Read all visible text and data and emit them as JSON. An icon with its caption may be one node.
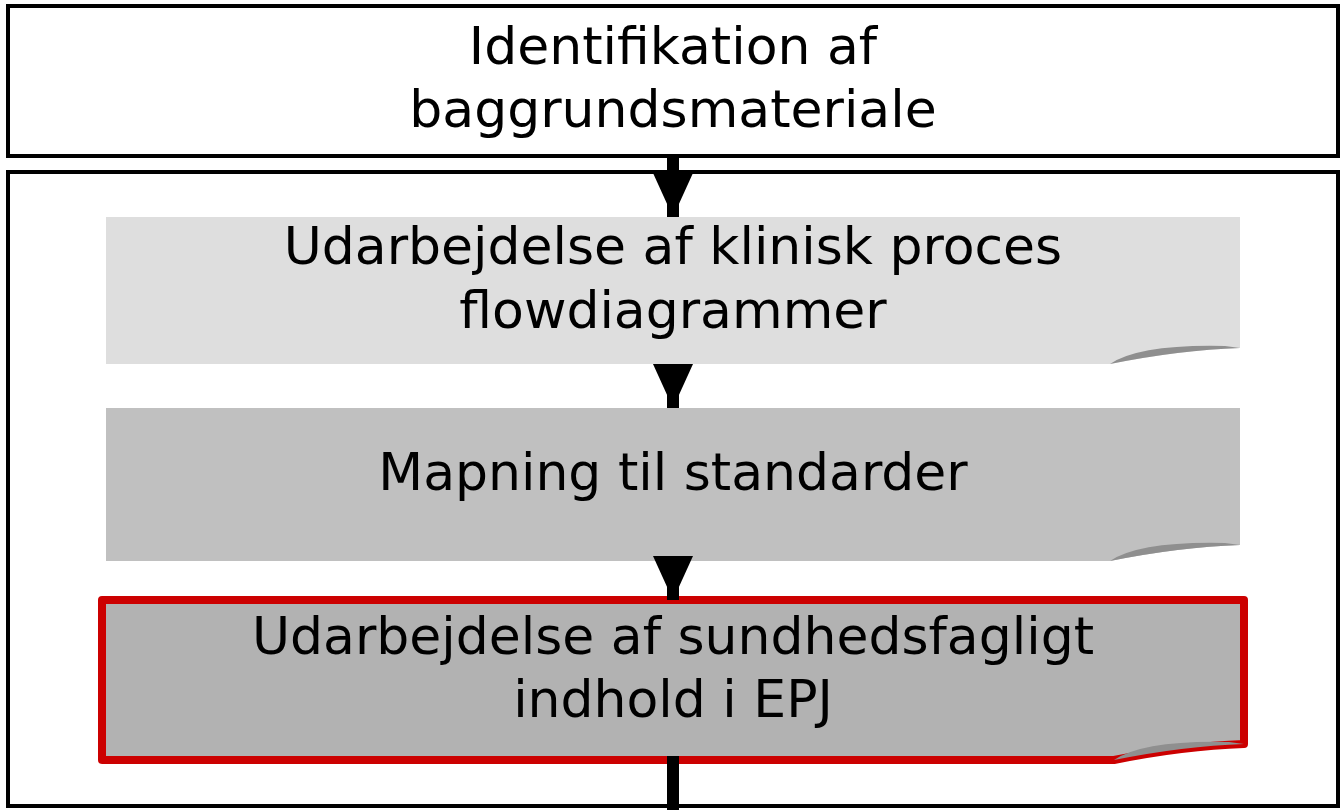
{
  "diagram": {
    "nodes": [
      {
        "text": [
          "Identifikation af baggrundsmateriale"
        ]
      },
      {
        "text": [],
        "shape": "box"
      },
      {
        "text": [
          "Udarbejdelse af klinisk proces flowdiagrammer"
        ],
        "in": 1
      },
      {
        "text": [
          "Mapning til standarder"
        ],
        "in": 1
      },
      {
        "text": [
          "Udarbejdelse af sundhedsfagligt indhold i EPJ"
        ],
        "in": 1
      }
    ],
    "edges": [
      {
        "from": 0,
        "to": 2,
        "arrow": "to"
      },
      {
        "from": 2,
        "to": 3,
        "arrow": "to"
      },
      {
        "from": 3,
        "to": 4,
        "arrow": "to"
      },
      {
        "from": 4,
        "to": null,
        "arrow": "none"
      }
    ]
  }
}
